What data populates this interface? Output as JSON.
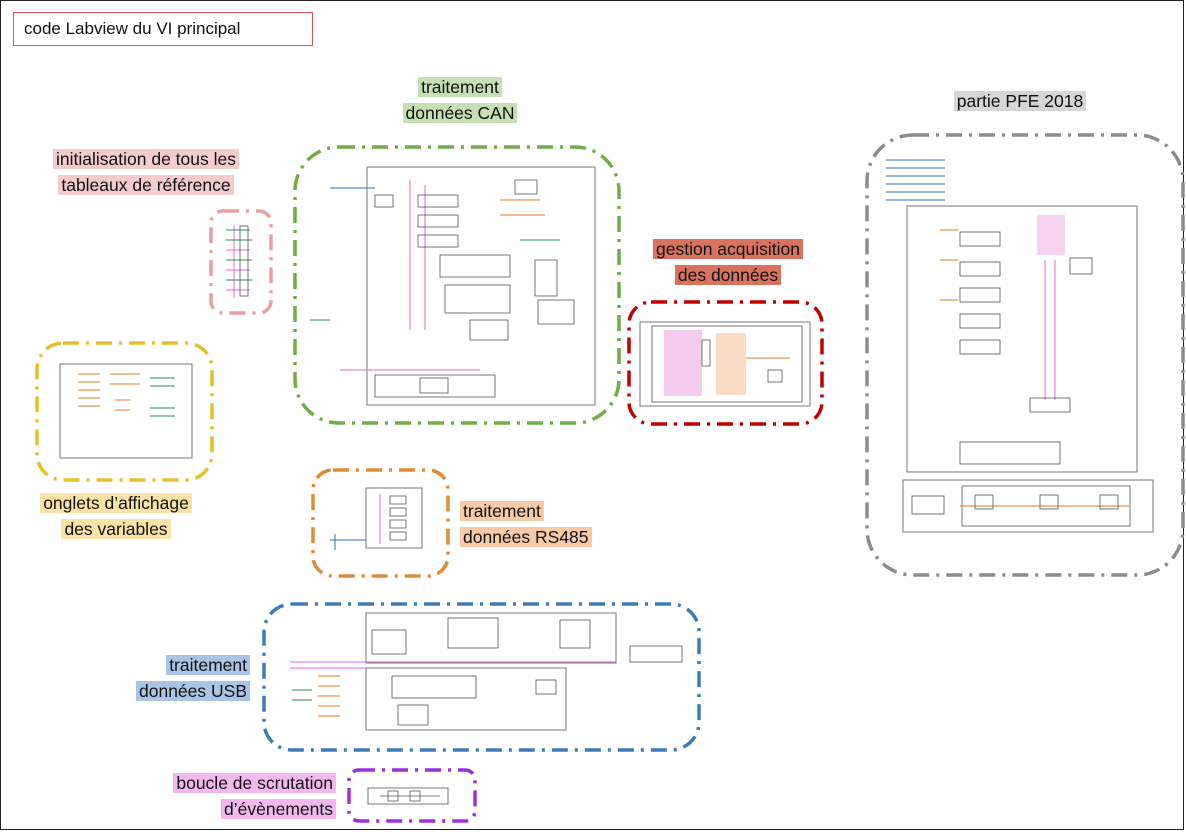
{
  "header": {
    "title": "code Labview du VI principal"
  },
  "groups": {
    "init": {
      "line1": "initialisation de tous les",
      "line2": "tableaux de référence",
      "color": "#e8a0a0"
    },
    "can": {
      "line1": "traitement",
      "line2": "données CAN",
      "color": "#70ad47"
    },
    "acq": {
      "line1": "gestion acquisition",
      "line2": "des données",
      "color": "#c00000"
    },
    "pfe": {
      "line1": "partie PFE 2018",
      "color": "#8c8c8c"
    },
    "onglet": {
      "line1": "onglets d’affichage",
      "line2": "des variables",
      "color": "#e6c029"
    },
    "rs485": {
      "line1": "traitement",
      "line2": "données RS485",
      "color": "#e08b35"
    },
    "usb": {
      "line1": "traitement",
      "line2": "données USB",
      "color": "#3d7ab8"
    },
    "evt": {
      "line1": "boucle de scrutation",
      "line2": "d’évènements",
      "color": "#9b30d9"
    }
  }
}
